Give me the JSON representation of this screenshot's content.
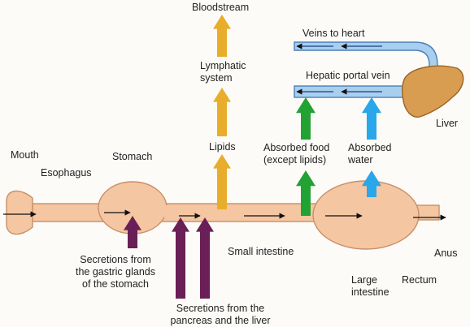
{
  "colors": {
    "tract_fill": "#f4c6a2",
    "tract_edge": "#c98f68",
    "lymph_arrow": "#e9ad2c",
    "food_arrow": "#22a233",
    "water_arrow": "#2aa6ea",
    "secretion_arrow": "#6a1f56",
    "vein_fill": "#a9cfee",
    "vein_edge": "#4d7fb8",
    "liver": "#d99d52",
    "background": "#fdfbf8"
  },
  "labels": {
    "mouth": "Mouth",
    "esophagus": "Esophagus",
    "stomach": "Stomach",
    "small_intestine": "Small intestine",
    "large_intestine_1": "Large",
    "large_intestine_2": "intestine",
    "rectum": "Rectum",
    "anus": "Anus",
    "bloodstream": "Bloodstream",
    "lymphatic_1": "Lymphatic",
    "lymphatic_2": "system",
    "lipids": "Lipids",
    "absorbed_food_1": "Absorbed food",
    "absorbed_food_2": "(except lipids)",
    "absorbed_water_1": "Absorbed",
    "absorbed_water_2": "water",
    "veins_to_heart": "Veins to heart",
    "hepatic_portal_vein": "Hepatic portal vein",
    "liver": "Liver",
    "gastric_1": "Secretions from",
    "gastric_2": "the gastric glands",
    "gastric_3": "of the stomach",
    "pancreas_1": "Secretions from the",
    "pancreas_2": "pancreas and the liver"
  }
}
